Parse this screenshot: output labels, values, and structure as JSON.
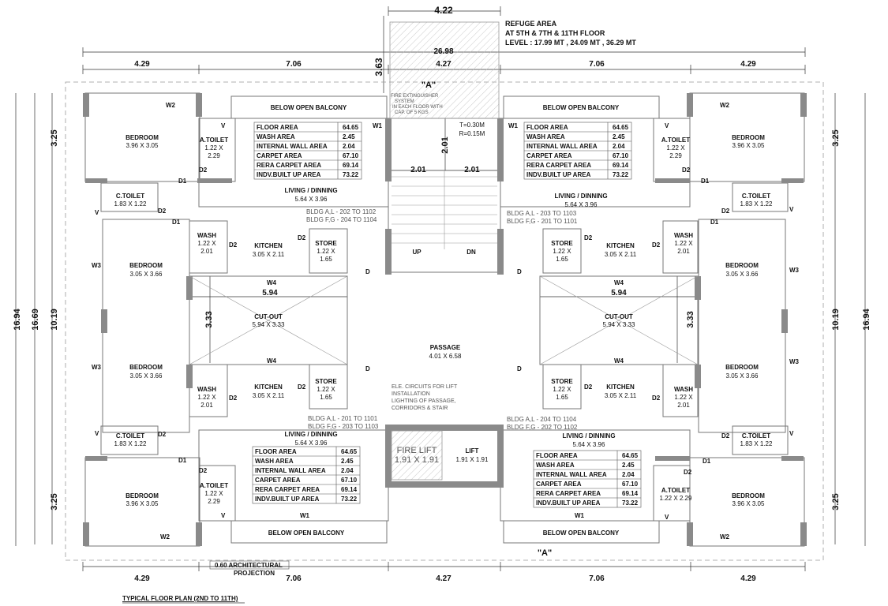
{
  "refuge": {
    "line1": "REFUGE AREA",
    "line2": "AT 5TH & 7TH & 11TH FLOOR",
    "line3": "LEVEL : 17.99 MT , 24.09 MT , 36.29 MT"
  },
  "dims": {
    "top_422": "4.22",
    "overall_2698": "26.98",
    "d_429": "4.29",
    "d_706": "7.06",
    "d_427": "4.27",
    "d_363": "3.63",
    "d_1694": "16.94",
    "d_1669": "16.69",
    "d_1019": "10.19",
    "d_325": "3.25",
    "d_201": "2.01",
    "d_594": "5.94",
    "d_333": "3.33"
  },
  "labels": {
    "section_a": "\"A\"",
    "fire_ext": "FIRE EXTINGUISHER",
    "fire_ext2": "SYSTEM",
    "fire_ext3": "IN EACH FLOOR WITH",
    "fire_ext4": "CAP. OF 5 KGS",
    "below_balcony": "BELOW OPEN BALCONY",
    "bedroom": "BEDROOM",
    "bed_396": "3.96 X 3.05",
    "bed_305": "3.05 X 3.66",
    "a_toilet": "A.TOILET",
    "a_toilet_dim1": "1.22 X",
    "a_toilet_dim2": "2.29",
    "a_toilet_full": "1.22 X 2.29",
    "c_toilet": "C.TOILET",
    "c_toilet_dim": "1.83 X 1.22",
    "wash": "WASH",
    "wash_dim1": "1.22 X",
    "wash_dim2": "2.01",
    "kitchen": "KITCHEN",
    "kitchen_dim": "3.05 X 2.11",
    "store": "STORE",
    "store_dim1": "1.22 X",
    "store_dim2": "1.65",
    "living": "LIVING / DINNING",
    "living_dim": "5.64 X 3.96",
    "cutout": "CUT-OUT",
    "cutout_dim": "5.94 X 3.33",
    "passage": "PASSAGE",
    "passage_dim": "4.01 X 6.58",
    "fire_lift": "FIRE LIFT",
    "fire_lift_dim": "1.91 X 1.91",
    "lift": "LIFT",
    "lift_dim": "1.91 X 1.91",
    "up": "UP",
    "dn": "DN",
    "tread": "T=0.30M",
    "riser": "R=0.15M",
    "ele1": "ELE. CIRCUITS FOR LIFT",
    "ele2": "INSTALLATION",
    "ele3": "LIGHTING OF PASSAGE,",
    "ele4": "CORRIDORS & STAIR",
    "arch1": "0.60 ARCHITECTURAL",
    "arch2": "PROJECTION",
    "plan_title": "TYPICAL FLOOR PLAN (2ND TO 11TH)",
    "W1": "W1",
    "W2": "W2",
    "W3": "W3",
    "W4": "W4",
    "D": "D",
    "D1": "D1",
    "D2": "D2",
    "V": "V"
  },
  "bldg": {
    "tl1": "BLDG A,L - 202 TO 1102",
    "tl2": "BLDG F,G - 204 TO 1104",
    "tr1": "BLDG A,L - 203 TO 1103",
    "tr2": "BLDG F,G - 201 TO 1101",
    "bl1": "BLDG A,L - 201 TO 1101",
    "bl2": "BLDG F,G - 203 TO 1103",
    "br1": "BLDG A,L - 204 TO 1104",
    "br2": "BLDG F,G - 202 TO 1102"
  },
  "area_table": {
    "rows": [
      {
        "label": "FLOOR AREA",
        "value": "64.65"
      },
      {
        "label": "WASH AREA",
        "value": "2.45"
      },
      {
        "label": "INTERNAL WALL AREA",
        "value": "2.04"
      },
      {
        "label": "CARPET AREA",
        "value": "67.10"
      },
      {
        "label": "RERA CARPET AREA",
        "value": "69.14"
      },
      {
        "label": "INDV.BUILT UP AREA",
        "value": "73.22"
      }
    ]
  }
}
